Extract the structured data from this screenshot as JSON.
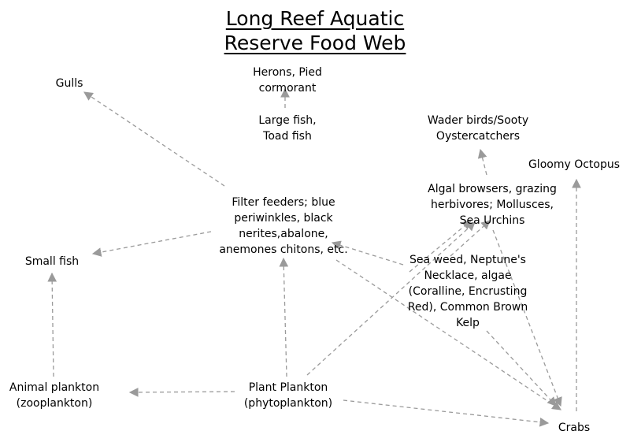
{
  "title": {
    "line1": "Long Reef Aquatic",
    "line2": "Reserve Food Web"
  },
  "colors": {
    "arrow": "#9a9a9a",
    "text": "#000000"
  },
  "nodes": {
    "gulls": [
      "Gulls"
    ],
    "herons": [
      "Herons, Pied",
      "cormorant"
    ],
    "large_fish": [
      "Large fish,",
      "Toad fish"
    ],
    "wader_birds": [
      "Wader birds/Sooty",
      "Oystercatchers"
    ],
    "gloomy_octopus": [
      "Gloomy Octopus"
    ],
    "algal_browsers": [
      "Algal browsers, grazing",
      "herbivores; Mollusces,",
      "Sea Urchins"
    ],
    "filter_feeders": [
      "Filter feeders; blue",
      "periwinkles, black",
      "nerites,abalone,",
      "anemones chitons, etc."
    ],
    "small_fish": [
      "Small fish"
    ],
    "seaweed": [
      "Sea weed, Neptune's",
      "Necklace, algae",
      "(Coralline, Encrusting",
      "Red), Common Brown",
      "Kelp"
    ],
    "animal_plankton": [
      "Animal plankton",
      "(zooplankton)"
    ],
    "plant_plankton": [
      "Plant Plankton",
      "(phytoplankton)"
    ],
    "crabs": [
      "Crabs"
    ]
  }
}
